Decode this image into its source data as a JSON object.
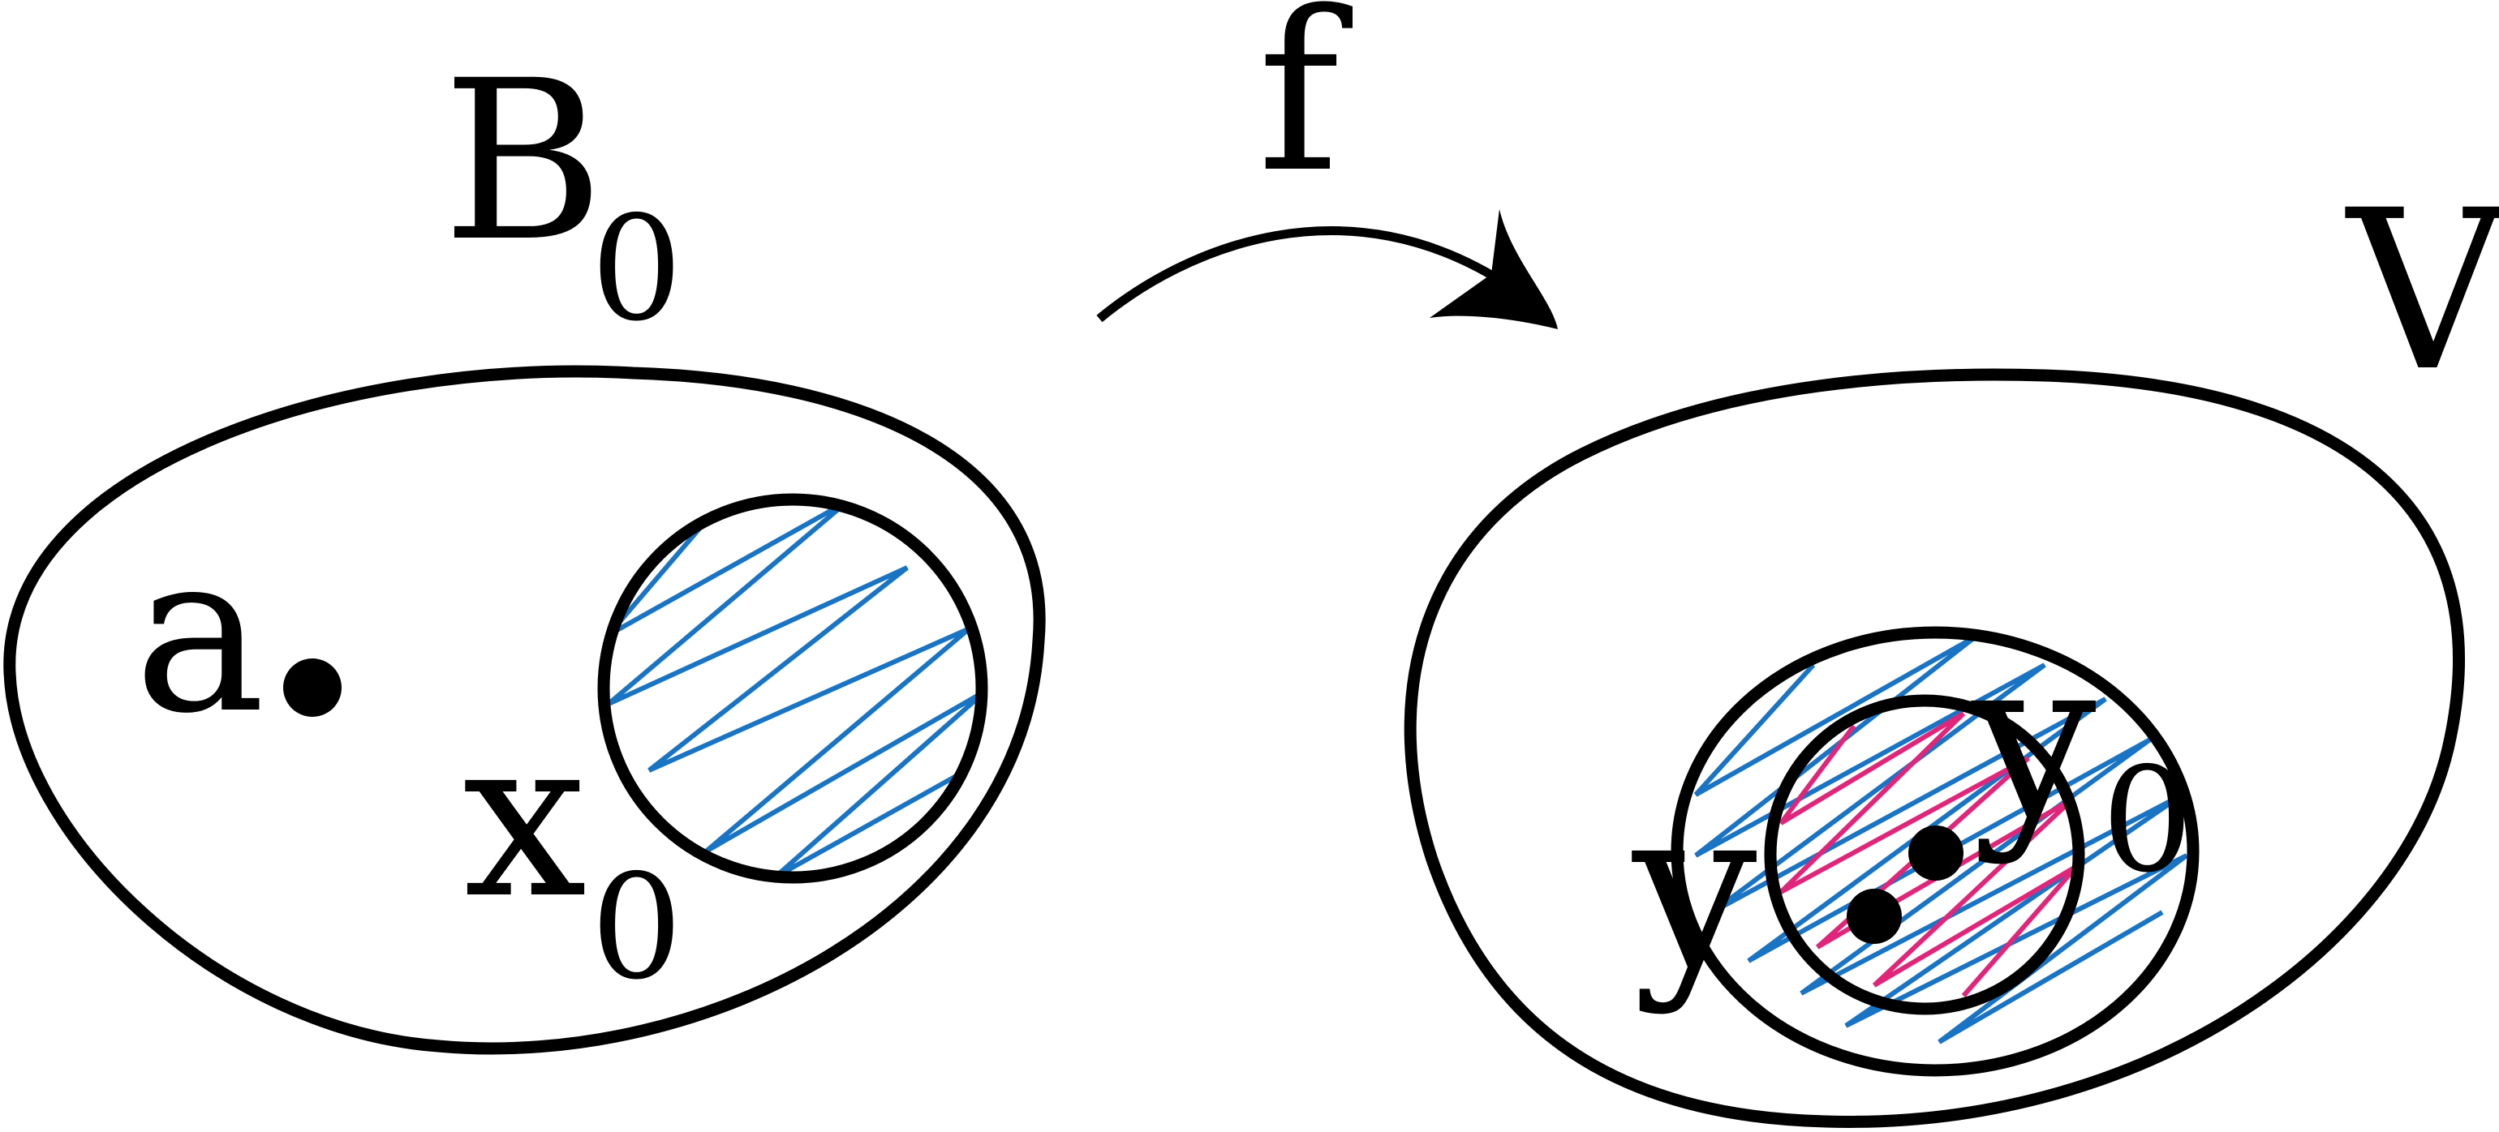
{
  "labels": {
    "domain_set": "B",
    "domain_set_subscript": "0",
    "map": "f",
    "codomain_set": "V",
    "point_a": "a",
    "point_x": "x",
    "point_x_subscript": "0",
    "point_y": "y",
    "point_y0": "y",
    "point_y0_subscript": "0"
  },
  "colors": {
    "outline": "#000000",
    "hatch_blue": "#1a74c4",
    "hatch_pink": "#e0267a"
  }
}
